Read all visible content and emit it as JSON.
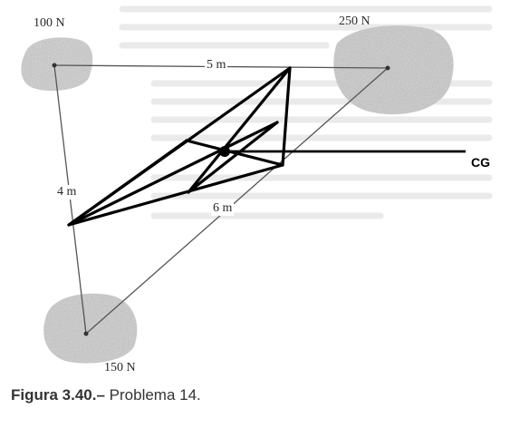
{
  "stones": {
    "top_left": {
      "weight": "100 N"
    },
    "top_right": {
      "weight": "250 N"
    },
    "bottom": {
      "weight": "150 N"
    }
  },
  "distances": {
    "top": "5 m",
    "left": "4 m",
    "diagonal": "6 m"
  },
  "cg_label": "CG",
  "caption": {
    "number": "Figura 3.40.–",
    "text": " Problema 14."
  }
}
